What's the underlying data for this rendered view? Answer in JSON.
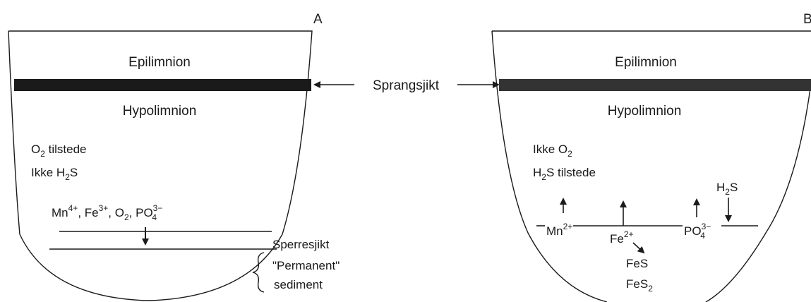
{
  "panel_a": {
    "tag": "A",
    "epilimnion": "Epilimnion",
    "hypolimnion": "Hypolimnion",
    "o2_present_pre": "O",
    "o2_present_sub": "2",
    "o2_present_post": " tilstede",
    "no_h2s_pre": "Ikke H",
    "no_h2s_sub": "2",
    "no_h2s_post": "S",
    "ions": {
      "mn": "Mn",
      "mn_sup": "4+",
      "sep1": ", Fe",
      "fe_sup": "3+",
      "sep2": ", O",
      "o2_sub": "2",
      "sep3": ", PO",
      "po_sup": "3−",
      "po_sub": "4"
    },
    "barrier_label": "Sperresjikt",
    "permanent_label": "\"Permanent\"",
    "sediment_label": "sediment"
  },
  "thermocline_label": "Sprangsjikt",
  "panel_b": {
    "tag": "B",
    "epilimnion": "Epilimnion",
    "hypolimnion": "Hypolimnion",
    "no_o2_pre": "Ikke O",
    "no_o2_sub": "2",
    "h2s_present_pre": "H",
    "h2s_present_sub": "2",
    "h2s_present_post": "S tilstede",
    "h2s_input_pre": "H",
    "h2s_input_sub": "2",
    "h2s_input_post": "S",
    "mn": "Mn",
    "mn_sup": "2+",
    "fe": "Fe",
    "fe_sup": "2+",
    "po": "PO",
    "po_sup": "3−",
    "po_sub": "4",
    "fes": "FeS",
    "fes2_pre": "FeS",
    "fes2_sub": "2"
  }
}
